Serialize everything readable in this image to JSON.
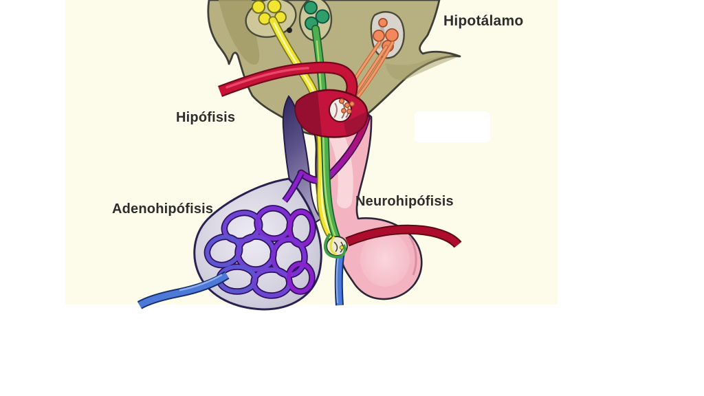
{
  "labels": {
    "hipotalamo": "Hipotálamo",
    "hipofisis": "Hipófisis",
    "adenohipofisis": "Adenohipófisis",
    "neurohipofisis": "Neurohipófisis"
  },
  "panel": {
    "background": "#fdfbe9",
    "page_background": "#ffffff"
  },
  "colors": {
    "hypothalamus_fill": "#b7b181",
    "hypothalamus_shade": "#a49e6a",
    "nucleus_oval": "#cdc79a",
    "yellow_neurons": "#f2e531",
    "green_neurons": "#2f9e6b",
    "orange_neurons": "#f2895c",
    "artery_red": "#c81338",
    "artery_dark_red": "#ad0d2c",
    "median_eminence": "#c4143e",
    "portal_vessel_magenta": "#a116a0",
    "capillary_purple": "#7b30d2",
    "stalk_indigo": "#30265e",
    "adenohypophysis_grey": "#c2bfd0",
    "neurohypophysis_pink": "#f3b3c0",
    "vein_blue": "#4d7ad9",
    "label_text": "#2d2d2d"
  },
  "structures": [
    {
      "name": "hypothalamus",
      "label_key": "hipotalamo"
    },
    {
      "name": "pituitary-gland",
      "label_key": "hipofisis"
    },
    {
      "name": "anterior-pituitary",
      "label_key": "adenohipofisis"
    },
    {
      "name": "posterior-pituitary",
      "label_key": "neurohipofisis"
    }
  ]
}
